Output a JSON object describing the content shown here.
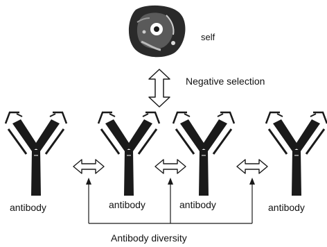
{
  "labels": {
    "self": "self",
    "negative_selection": "Negative selection",
    "antibodies": [
      "antibody",
      "antibody",
      "antibody",
      "antibody"
    ],
    "antibody_diversity": "Antibody diversity"
  },
  "colors": {
    "ink": "#111111",
    "antibody_fill": "#1a1a1a",
    "background": "#ffffff"
  },
  "icons": {
    "self_cell": "self-antigen-blob",
    "antibody": "y-shaped-antibody",
    "double_arrow": "double-headed-arrow"
  }
}
